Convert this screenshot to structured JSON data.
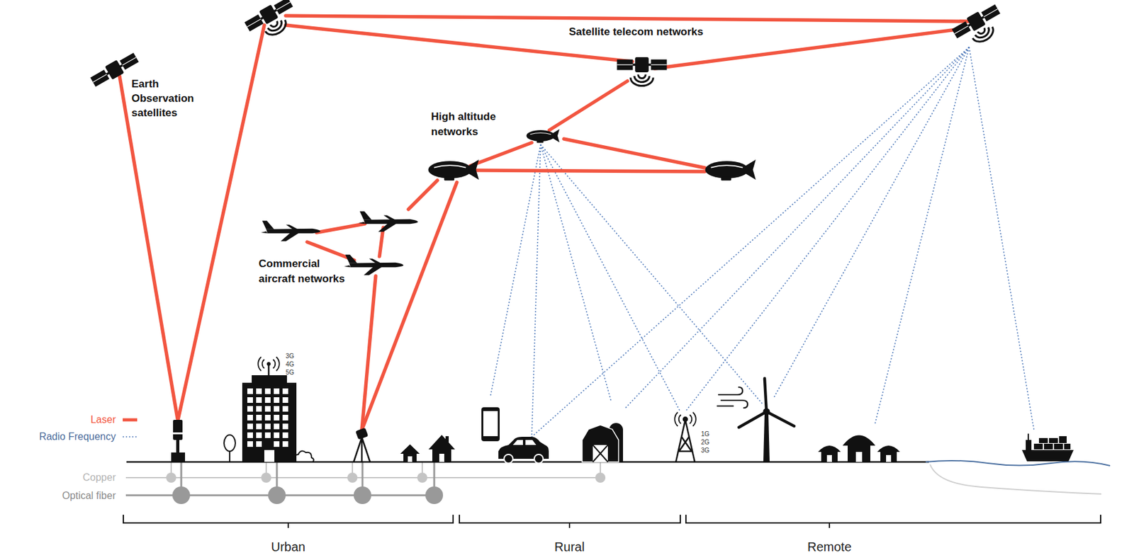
{
  "diagram": {
    "labels": [
      "Earth Observation satellites",
      "Satellite telecom networks",
      "High altitude networks",
      "Commercial aircraft networks",
      "3G 4G 5G",
      "1G 2G 3G",
      "Urban",
      "Rural",
      "Remote"
    ],
    "legend": [
      {
        "text": "Laser"
      },
      {
        "text": "Radio Frequency"
      },
      {
        "text": "Copper"
      },
      {
        "text": "Optical fiber"
      }
    ]
  }
}
